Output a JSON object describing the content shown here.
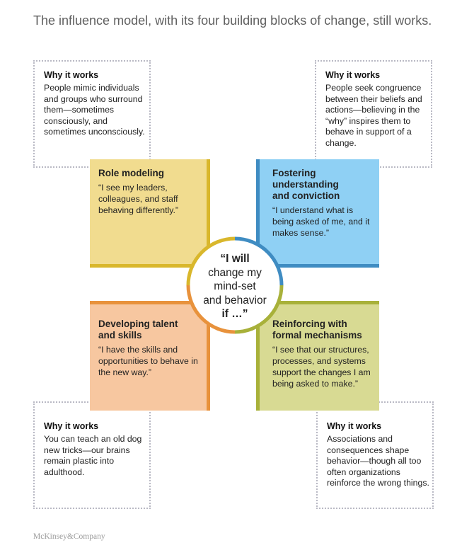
{
  "title": "The influence model, with its four building blocks of change, still works.",
  "center": {
    "line1": "“I will",
    "line2": "change my",
    "line3": "mind-set",
    "line4": "and behavior",
    "line5": "if …”"
  },
  "blocks": [
    {
      "heading": "Role modeling",
      "quote": "“I see my leaders, colleagues, and staff behaving differently.”",
      "color": "#f1dc8f",
      "accent": "#d9b72c"
    },
    {
      "heading": "Fostering understanding and conviction",
      "quote": "“I understand what is being asked of me, and it makes sense.”",
      "color": "#8fd0f4",
      "accent": "#3f8cc2"
    },
    {
      "heading": "Developing talent and skills",
      "quote": "“I have the skills and opportunities to behave in the new way.”",
      "color": "#f7c7a0",
      "accent": "#e8923c"
    },
    {
      "heading": "Reinforcing with formal mechanisms",
      "quote": "“I see that our structures, processes, and systems support the changes I am being asked to make.”",
      "color": "#d8da93",
      "accent": "#a8b13a"
    }
  ],
  "why": [
    {
      "heading": "Why it works",
      "text": "People mimic individuals and groups who surround them—sometimes consciously, and sometimes unconsciously."
    },
    {
      "heading": "Why it works",
      "text": "People seek congruence between their beliefs and actions—believing in the “why” inspires them to behave in support of a change."
    },
    {
      "heading": "Why it works",
      "text": "You can teach an old dog new tricks—our brains remain plastic into adulthood."
    },
    {
      "heading": "Why it works",
      "text": "Associations and consequences shape behavior—though all too often organizations reinforce the wrong things."
    }
  ],
  "footer": {
    "logo": "McKinsey&Company"
  }
}
